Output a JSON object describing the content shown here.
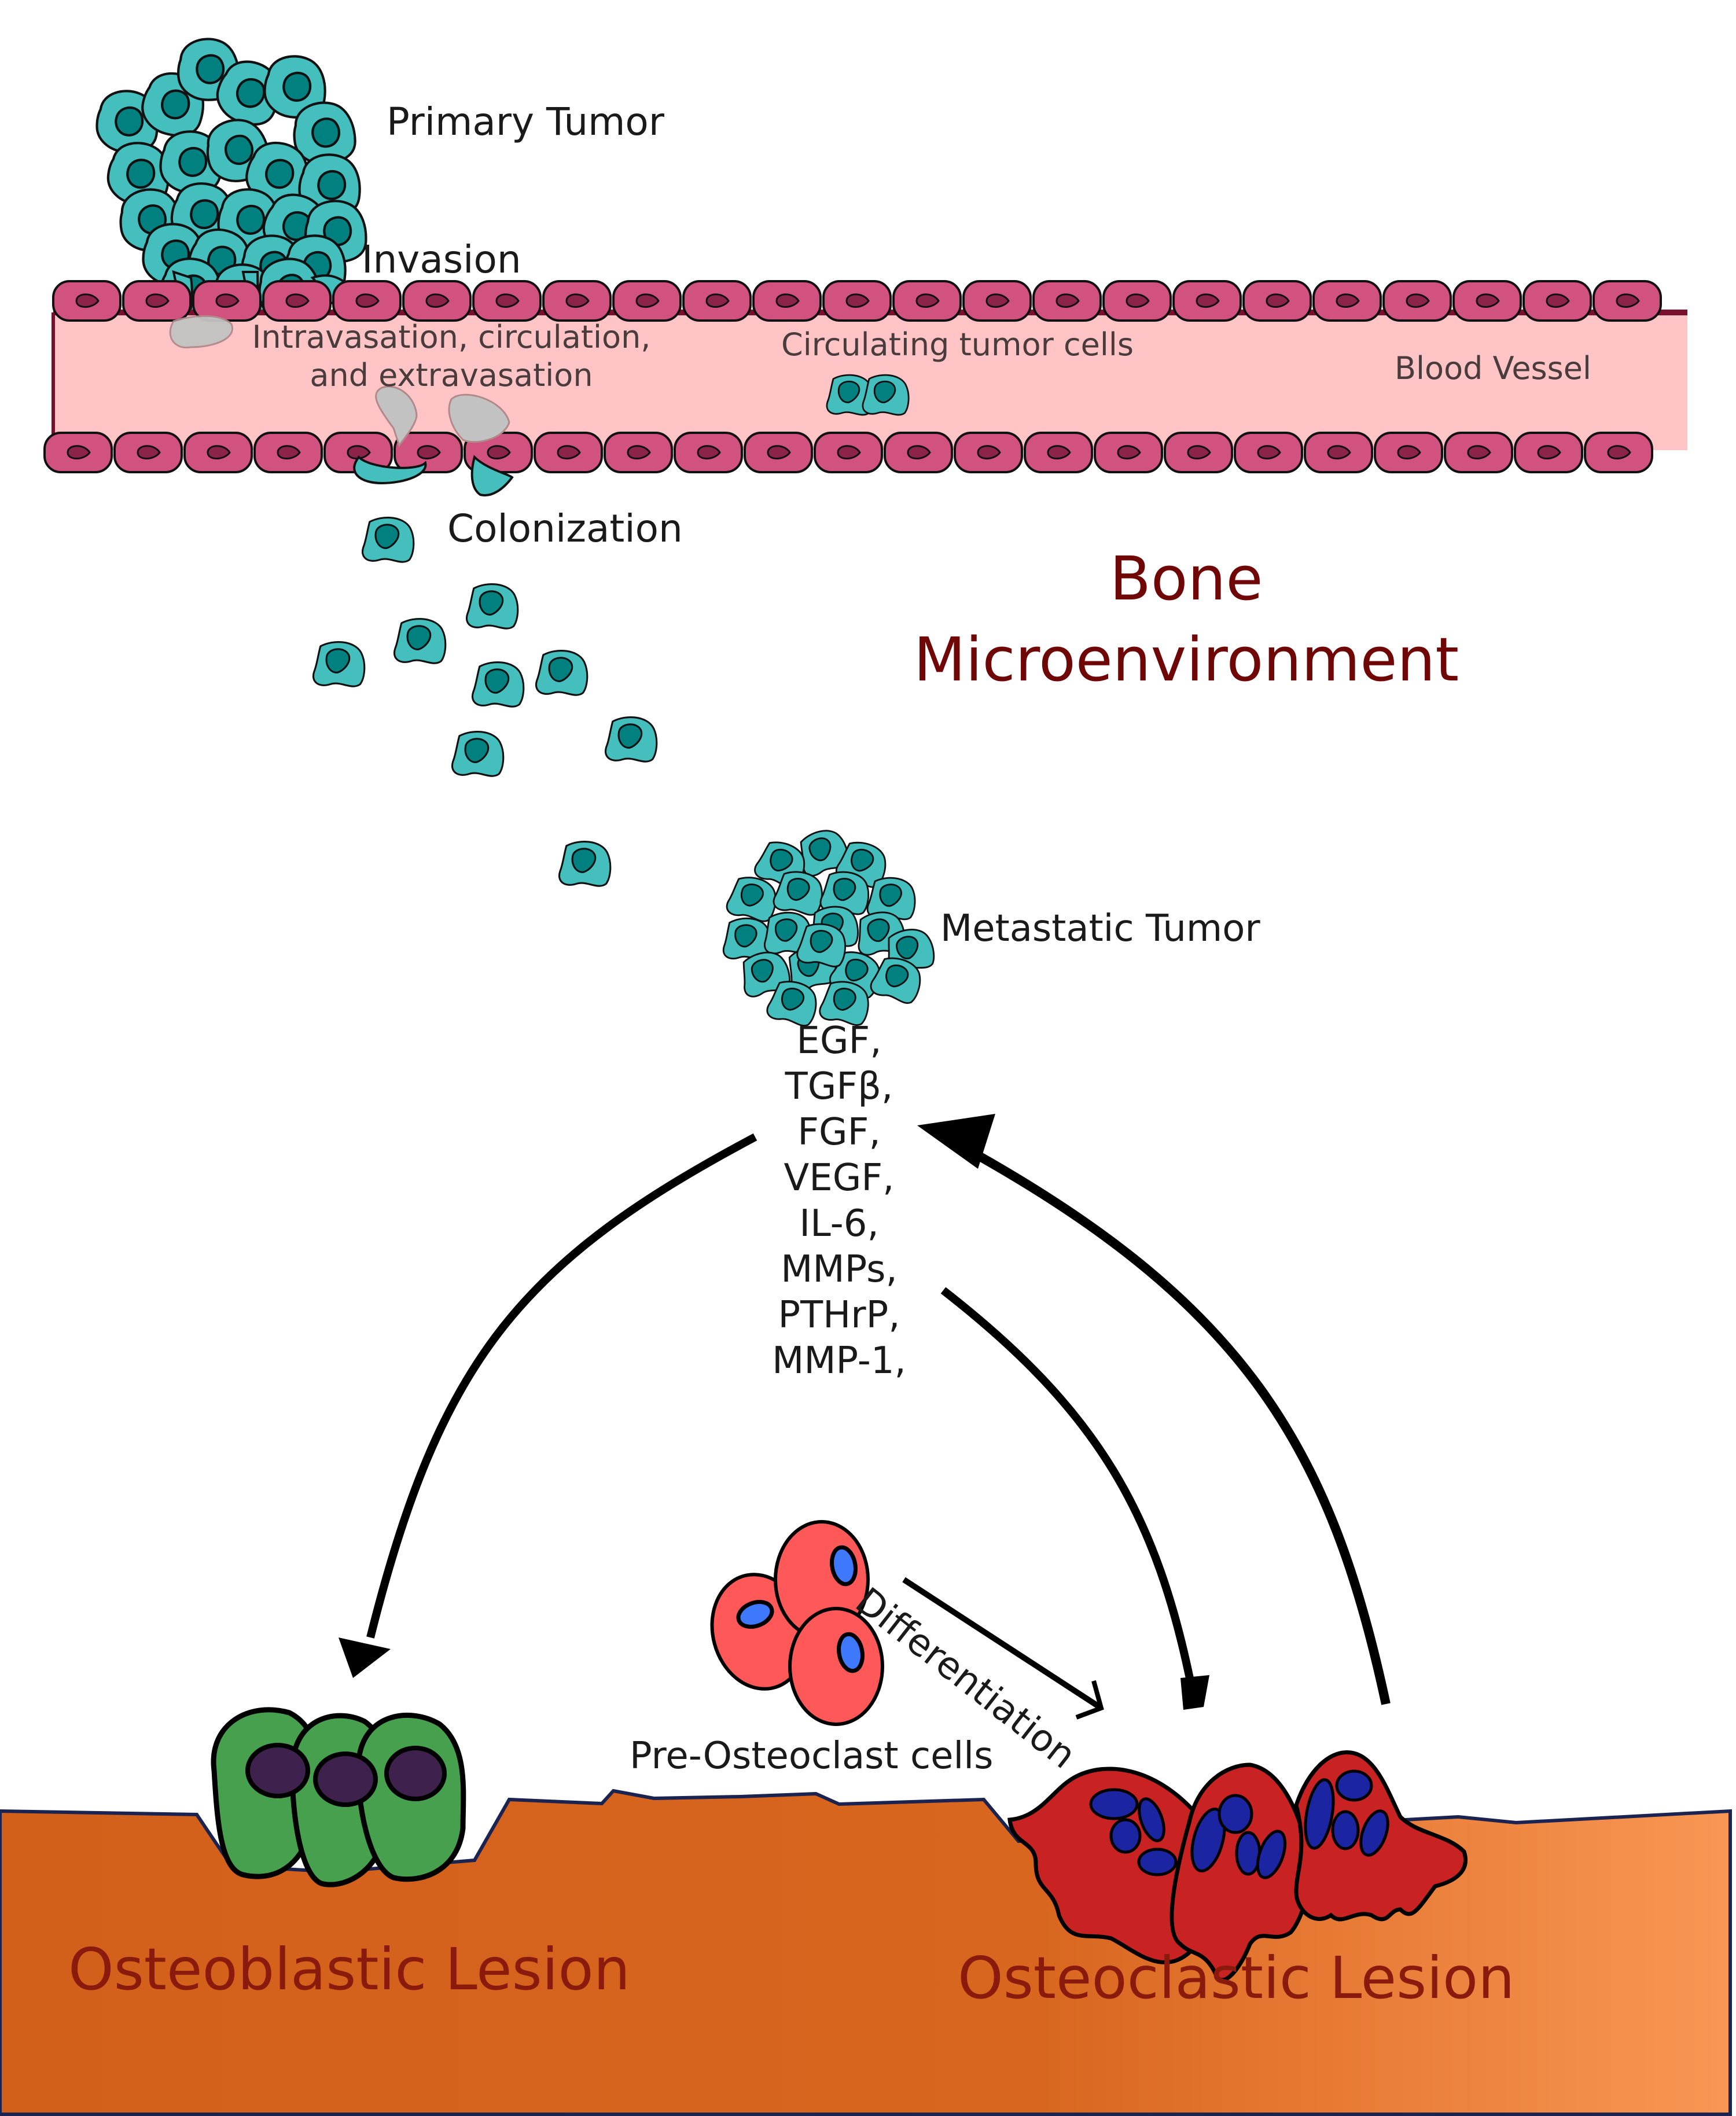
{
  "figure": {
    "labels": {
      "primary_tumor": "Primary Tumor",
      "invasion": "Invasion",
      "intravasation_line1": "Intravasation, circulation,",
      "intravasation_line2": "and extravasation",
      "circulating_cells": "Circulating tumor cells",
      "blood_vessel": "Blood Vessel",
      "colonization": "Colonization",
      "bone_line1": "Bone",
      "bone_line2": "Microenvironment",
      "metastatic_tumor": "Metastatic Tumor",
      "differentiation": "Differentiation",
      "pre_osteoclast": "Pre-Osteoclast cells",
      "osteoblastic_lesion": "Osteoblastic Lesion",
      "osteoclastic_lesion": "Osteoclastic Lesion"
    },
    "secreted_factors": [
      "EGF,",
      "TGFβ,",
      "FGF,",
      "VEGF,",
      "IL-6,",
      "MMPs,",
      "PTHrP,",
      "MMP-1,"
    ],
    "colors": {
      "tumor_cell": "#45bfbd",
      "tumor_nucleus": "#00807f",
      "endothelial_cell": "#d1517f",
      "endothelial_nucleus": "#8c2449",
      "vessel_lumen": "#ffc5c6",
      "vessel_border": "#7a0f2e",
      "ghost_cell": "#c2c2c2",
      "title_text": "#700707",
      "lesion_text": "#8a1a0c",
      "bone_left": "#d2601b",
      "bone_right": "#f99653",
      "osteoblast": "#46a04d",
      "osteoblast_nucleus": "#3f214d",
      "pre_osteoclast": "#ff5858",
      "pre_osteoclast_nucleus": "#3e78fd",
      "osteoclast": "#c82222",
      "osteoclast_nucleus": "#1b25a1"
    }
  }
}
